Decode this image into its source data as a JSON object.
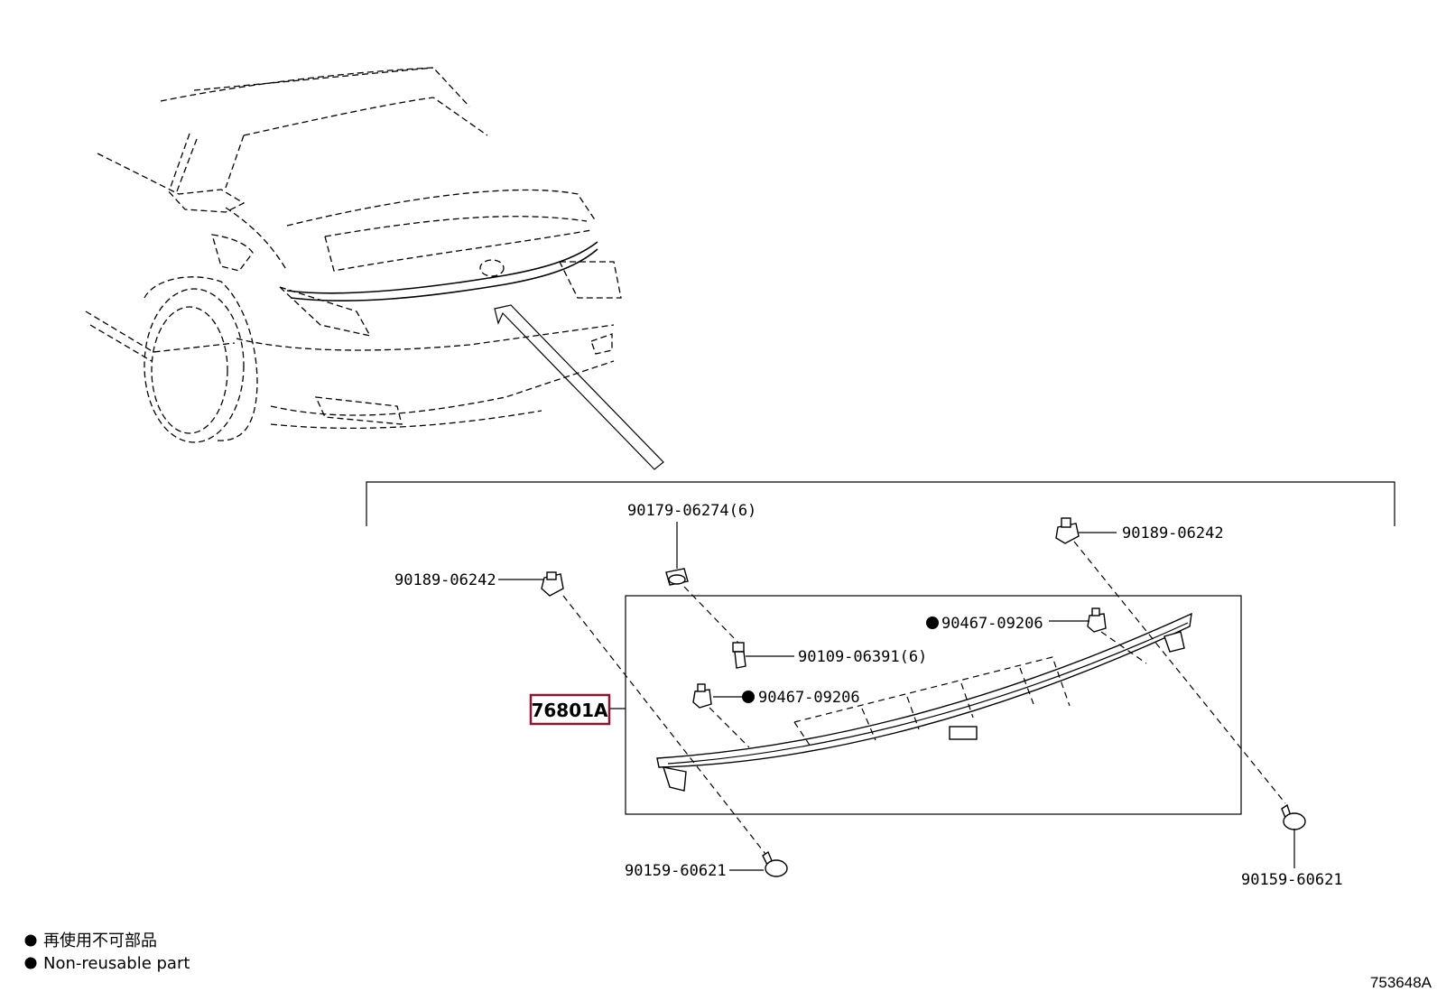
{
  "diagram": {
    "reference_part": {
      "code": "76801A",
      "highlight_color": "#8b1530"
    },
    "callouts": [
      {
        "id": "c1",
        "label": "90179-06274(6)"
      },
      {
        "id": "c2",
        "label": "90189-06242"
      },
      {
        "id": "c3",
        "label": "90189-06242"
      },
      {
        "id": "c4",
        "label": "90467-09206",
        "non_reusable": true
      },
      {
        "id": "c5",
        "label": "90109-06391(6)"
      },
      {
        "id": "c6",
        "label": "90467-09206",
        "non_reusable": true
      },
      {
        "id": "c7",
        "label": "90159-60621"
      },
      {
        "id": "c8",
        "label": "90159-60621"
      }
    ],
    "legend": {
      "line_jp": "再使用不可部品",
      "line_en": "Non-reusable part",
      "bullet_icon": "filled-circle-icon"
    },
    "illustration_code": "753648A"
  }
}
